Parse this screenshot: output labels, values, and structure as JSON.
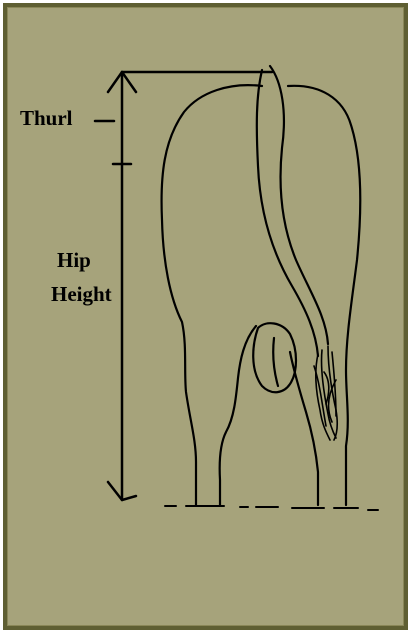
{
  "labels": {
    "thurl": "Thurl",
    "hip": "Hip",
    "height": "Height"
  },
  "colors": {
    "background": "#a6a37b",
    "border": "#5f5f33",
    "ink": "#000000"
  }
}
